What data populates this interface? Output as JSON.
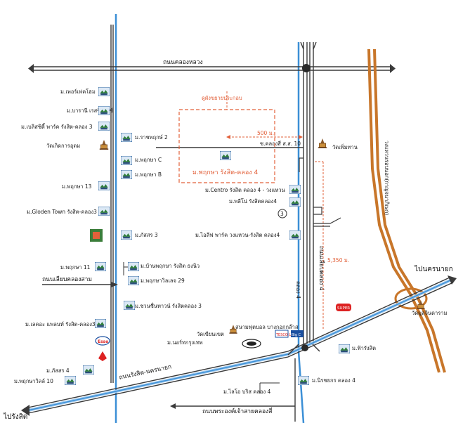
{
  "roads": {
    "klong_luang": "ถนนคลองหลวง",
    "lieb_klong_sam": "ถนนเลียบคลองสาม",
    "lieb_klong_4": "ถนนเลียบคลอง 4",
    "rangsit_nakhonnayok": "ถนนรังสิต-นครนายก",
    "phra_ong_chao": "ถนนพระองค์เจ้าสายคลองสี่",
    "ring_road": "วงแหวนรอบนอก(กาญจนาภิเษก)",
    "soi_klong_4_10": "ซ.คลองสี่ ส.ส. 10",
    "klong_4_short": "คลอง 4"
  },
  "directions": {
    "to_nakhonnayok": "ไปนครนายก",
    "to_rangsit": "ไปรังสิต"
  },
  "distances": {
    "d500": "500 ม.",
    "d5350": "5,350 ม."
  },
  "zoom_box": {
    "title": "ดูผังขยายประกอบ"
  },
  "project": {
    "name": "ม.พฤกษา รังสิต-คลอง 4",
    "marker": "3"
  },
  "places_left": [
    "ม.เพอร์เฟคโฮม",
    "ม.บารานี เรสซิเดนซ์",
    "ม.เบลิสซิตี้ พาร์ค รังสิต-คลอง 3",
    "วัดเกิดการอุดม",
    "ม.พฤกษา 13",
    "ม.Gloden Town รังสิต-คลอง3",
    "ม.พฤกษา 11",
    "ม.เลคอะ แพลนท์ รังสิต-คลอง3",
    "ม.ภัสสร 4",
    "ม.พฤกษาวิลล์ 10"
  ],
  "places_mid": [
    "ม.ราชพฤกษ์ 2",
    "ม.พฤกษา C",
    "ม.พฤกษา B",
    "ม.ภัสสร 3",
    "ม.บ้านพฤกษา รังสิต ธงนิว",
    "ม.พฤกษาวิลเลจ 29",
    "ม.ชวนชื่นทาวน์ รังสิตคลอง 3",
    "ม.นอร์ทกรุงเทพ",
    "วัดเขียนเขต",
    "สนามฟุตบอล บางกอกกล๊าส",
    "ม.ไลโอ บริส คลอง 4"
  ],
  "places_right": [
    "ม.Centro รังสิต คลอง 4 - วงแหวน",
    "ม.พลีโน่ รังสิตคลอง4",
    "ม.ไอลีฟ พาร์ค วงแหวน-รังสิต คลอง4",
    "วัดเพิ่มทาน",
    "วัดมูลจินดาราม",
    "ม.ฟ้ารังสิต",
    "ม.นิรชยกร คลอง 4"
  ],
  "brands": {
    "esso": "Esso",
    "tesco": "TESCO Lotus",
    "bigc": "Big C",
    "super": "SUPER"
  },
  "colors": {
    "canal": "#3b8fd6",
    "canal_light": "#9cc8ee",
    "road": "#3a3a3a",
    "accent": "#e2603a",
    "ring_road": "#c8762a",
    "house_icon": "#2e7d3a"
  }
}
